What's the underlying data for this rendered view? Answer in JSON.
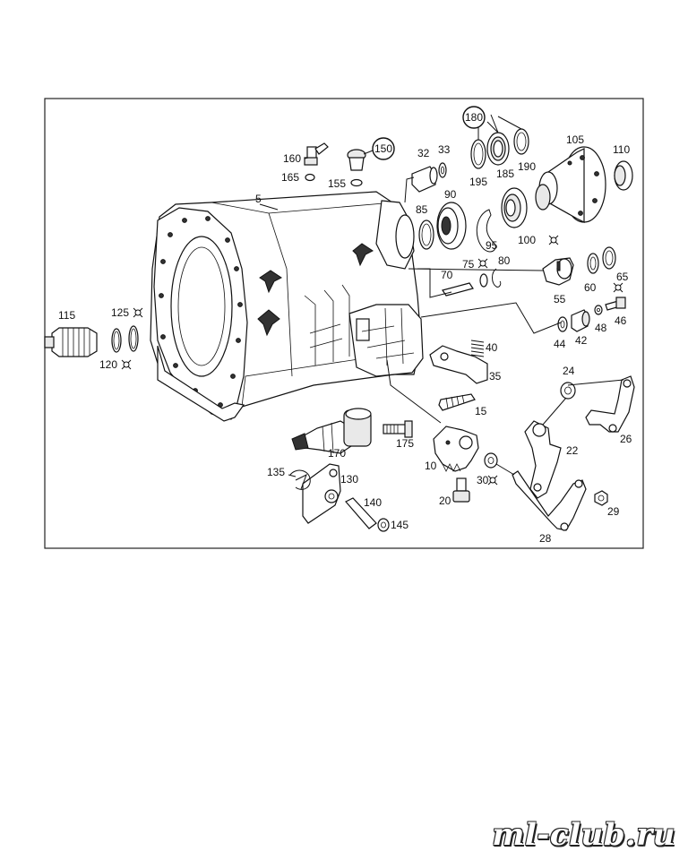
{
  "parts": {
    "p5": "5",
    "p10": "10",
    "p15": "15",
    "p20": "20",
    "p22": "22",
    "p24": "24",
    "p26": "26",
    "p28": "28",
    "p29": "29",
    "p30": "30",
    "p32": "32",
    "p33": "33",
    "p35": "35",
    "p40": "40",
    "p42": "42",
    "p44": "44",
    "p46": "46",
    "p48": "48",
    "p55": "55",
    "p60": "60",
    "p65": "65",
    "p70": "70",
    "p75": "75",
    "p80": "80",
    "p85": "85",
    "p90": "90",
    "p95": "95",
    "p100": "100",
    "p105": "105",
    "p110": "110",
    "p115": "115",
    "p120": "120",
    "p125": "125",
    "p130": "130",
    "p135": "135",
    "p140": "140",
    "p145": "145",
    "p150": "150",
    "p155": "155",
    "p160": "160",
    "p165": "165",
    "p170": "170",
    "p175": "175",
    "p180": "180",
    "p185": "185",
    "p190": "190",
    "p195": "195"
  },
  "watermark": "ml-club.ru"
}
